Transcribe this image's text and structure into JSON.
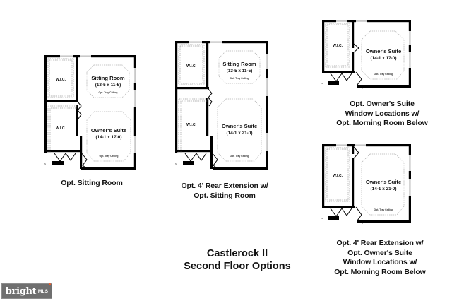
{
  "document": {
    "title_line1": "Castlerock II",
    "title_line2": "Second Floor Options"
  },
  "watermark": {
    "brand": "bright",
    "suffix": "MLS",
    "dot_color": "#f05a28",
    "background_color": "#6f6f6f"
  },
  "colors": {
    "wall": "#000000",
    "window": "#c9c9c9",
    "dotted": "#9a9a9a",
    "text": "#111111",
    "background": "#ffffff"
  },
  "plans": [
    {
      "id": "opt-sitting-room",
      "caption": "Opt. Sitting Room",
      "rooms": [
        {
          "name": "W.I.C.",
          "dimensions": "",
          "note": ""
        },
        {
          "name": "W.I.C.",
          "dimensions": "",
          "note": ""
        },
        {
          "name": "Sitting Room",
          "dimensions": "(13-5 x 11-5)",
          "note": "Opt. Tray Ceiling"
        },
        {
          "name": "Owner's Suite",
          "dimensions": "(14-1 x 17-0)",
          "note": "Opt. Tray Ceiling"
        }
      ]
    },
    {
      "id": "opt-4ft-rear-extension-sitting-room",
      "caption": "Opt. 4' Rear Extension w/\nOpt. Sitting Room",
      "rooms": [
        {
          "name": "W.I.C.",
          "dimensions": "",
          "note": ""
        },
        {
          "name": "W.I.C.",
          "dimensions": "",
          "note": ""
        },
        {
          "name": "Sitting Room",
          "dimensions": "(13-5 x 11-5)",
          "note": "Opt. Tray Ceiling"
        },
        {
          "name": "Owner's Suite",
          "dimensions": "(14-1 x 21-0)",
          "note": "Opt. Tray Ceiling"
        }
      ]
    },
    {
      "id": "opt-owners-suite-window-locations",
      "caption": "Opt. Owner's Suite\nWindow Locations w/\nOpt. Morning Room Below",
      "rooms": [
        {
          "name": "W.I.C.",
          "dimensions": "",
          "note": ""
        },
        {
          "name": "Owner's Suite",
          "dimensions": "(14-1 x 17-0)",
          "note": "Opt. Tray Ceiling"
        }
      ]
    },
    {
      "id": "opt-4ft-rear-extension-window-locations",
      "caption": "Opt. 4' Rear Extension w/\nOpt. Owner's Suite\nWindow Locations w/\nOpt. Morning Room Below",
      "rooms": [
        {
          "name": "W.I.C.",
          "dimensions": "",
          "note": ""
        },
        {
          "name": "Owner's Suite",
          "dimensions": "(14-1 x 21-0)",
          "note": "Opt. Tray Ceiling"
        }
      ]
    }
  ]
}
